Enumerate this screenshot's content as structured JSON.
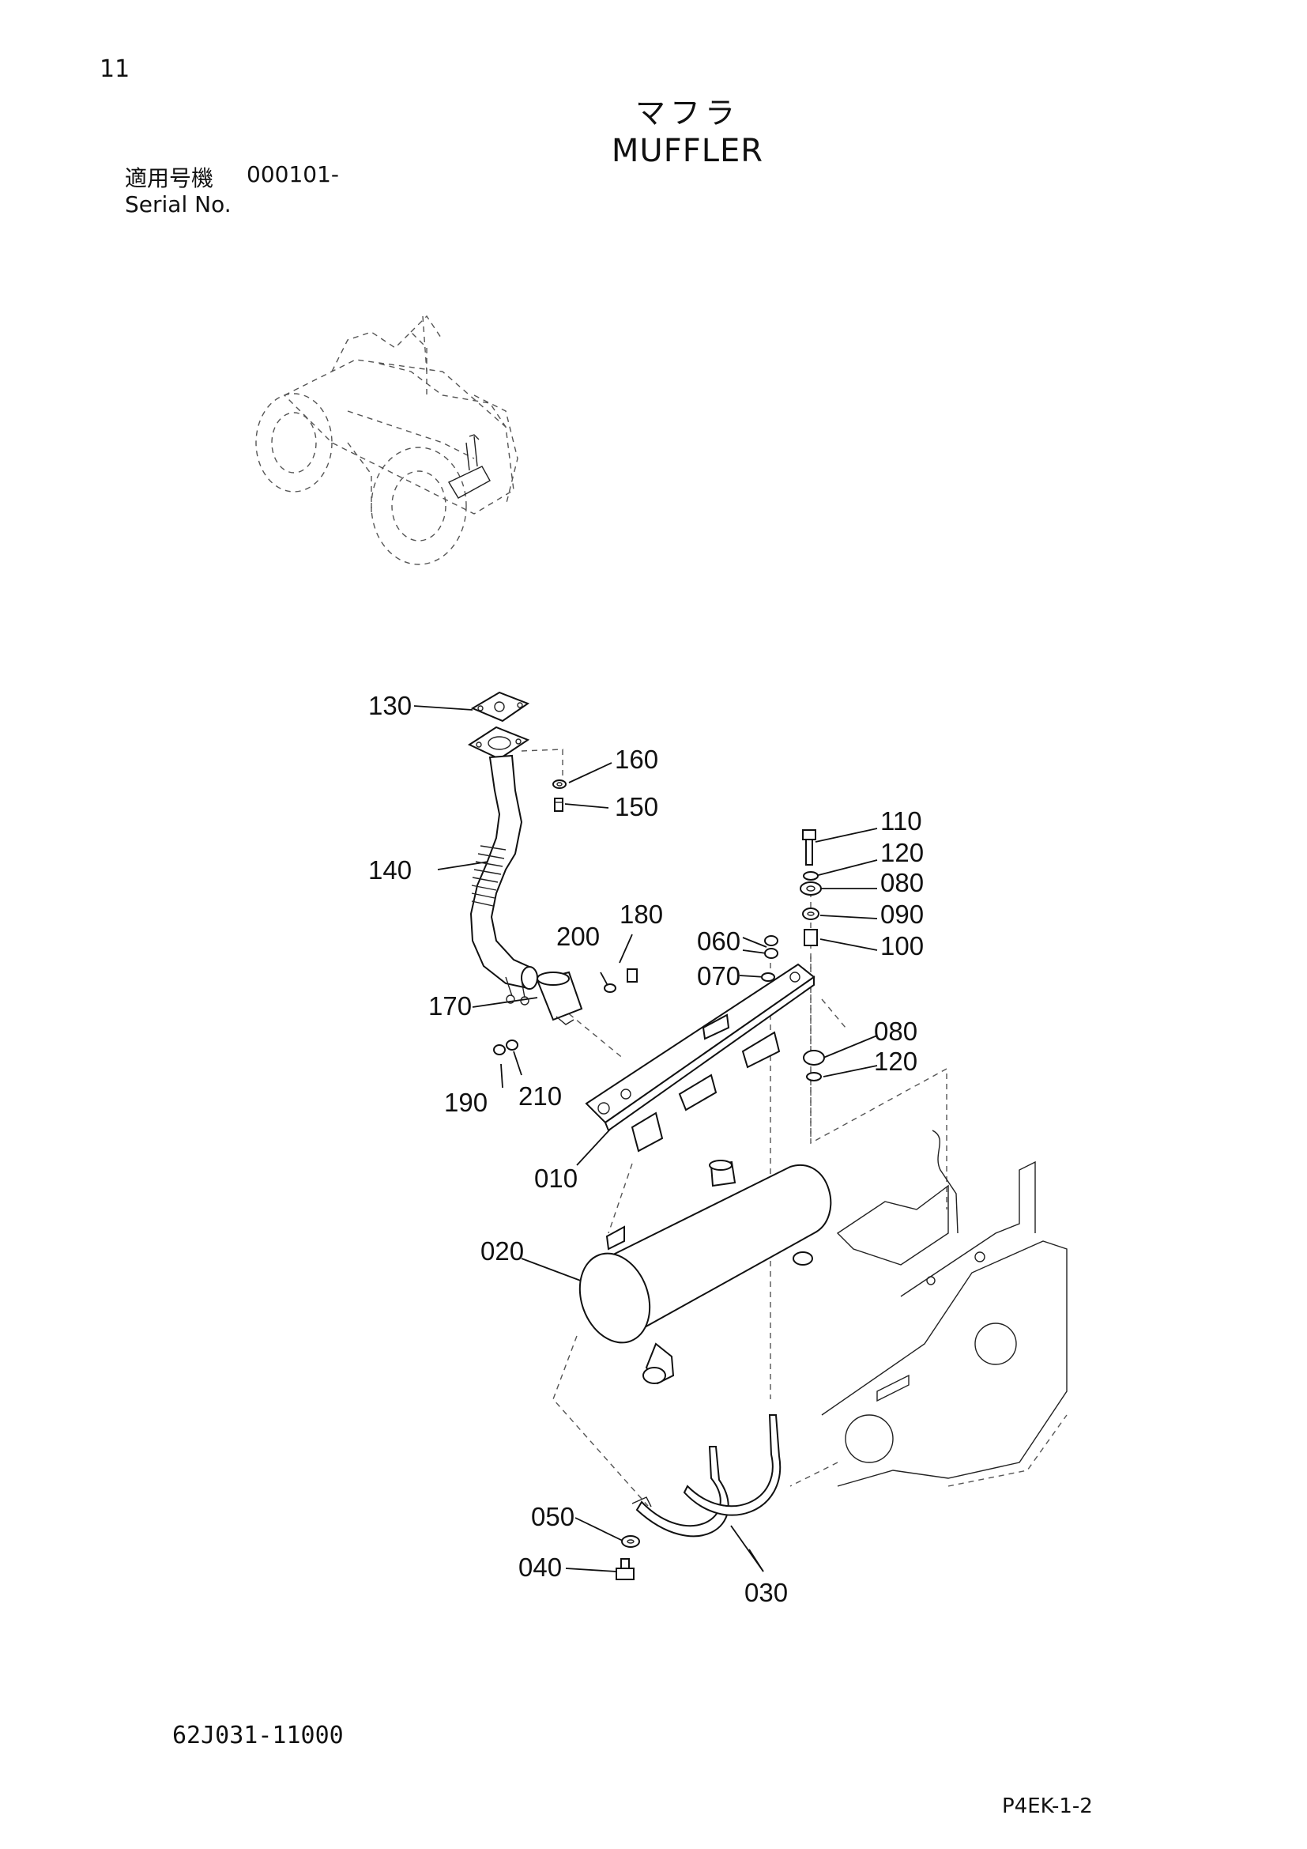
{
  "page_number": "11",
  "title_jp": "マフラ",
  "title_en": "MUFFLER",
  "serial_label_jp": "適用号機",
  "serial_value": "000101-",
  "serial_label_en": "Serial No.",
  "drawing_number": "62J031-11000",
  "page_code": "P4EK-1-2",
  "part_labels": {
    "p130": "130",
    "p160": "160",
    "p150": "150",
    "p140": "140",
    "p110": "110",
    "p120a": "120",
    "p080a": "080",
    "p090": "090",
    "p100": "100",
    "p180": "180",
    "p200": "200",
    "p060": "060",
    "p070": "070",
    "p170": "170",
    "p080b": "080",
    "p120b": "120",
    "p190": "190",
    "p210": "210",
    "p010": "010",
    "p020": "020",
    "p050": "050",
    "p040": "040",
    "p030": "030"
  }
}
